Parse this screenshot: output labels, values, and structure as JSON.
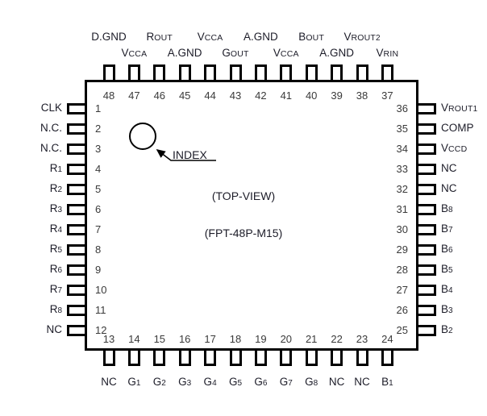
{
  "diagram": {
    "title_top_view": "(TOP-VIEW)",
    "package_code": "(FPT-48P-M15)",
    "index_label": "INDEX",
    "index_marker_name": "index-circle-marker",
    "line_color": "#000000",
    "text_color": "#1c1c28",
    "pin_number_color": "#3a3a3a",
    "background": "#ffffff"
  },
  "pins": {
    "left": [
      {
        "num": "1",
        "label": "CLK"
      },
      {
        "num": "2",
        "label": "N.C."
      },
      {
        "num": "3",
        "label": "N.C."
      },
      {
        "num": "4",
        "label": "R1"
      },
      {
        "num": "5",
        "label": "R2"
      },
      {
        "num": "6",
        "label": "R3"
      },
      {
        "num": "7",
        "label": "R4"
      },
      {
        "num": "8",
        "label": "R5"
      },
      {
        "num": "9",
        "label": "R6"
      },
      {
        "num": "10",
        "label": "R7"
      },
      {
        "num": "11",
        "label": "R8"
      },
      {
        "num": "12",
        "label": "NC"
      }
    ],
    "bottom": [
      {
        "num": "13",
        "label": "NC"
      },
      {
        "num": "14",
        "label": "G1"
      },
      {
        "num": "15",
        "label": "G2"
      },
      {
        "num": "16",
        "label": "G3"
      },
      {
        "num": "17",
        "label": "G4"
      },
      {
        "num": "18",
        "label": "G5"
      },
      {
        "num": "19",
        "label": "G6"
      },
      {
        "num": "20",
        "label": "G7"
      },
      {
        "num": "21",
        "label": "G8"
      },
      {
        "num": "22",
        "label": "NC"
      },
      {
        "num": "23",
        "label": "NC"
      },
      {
        "num": "24",
        "label": "B1"
      }
    ],
    "right": [
      {
        "num": "25",
        "label": "B2"
      },
      {
        "num": "26",
        "label": "B3"
      },
      {
        "num": "27",
        "label": "B4"
      },
      {
        "num": "28",
        "label": "B5"
      },
      {
        "num": "29",
        "label": "B6"
      },
      {
        "num": "30",
        "label": "B7"
      },
      {
        "num": "31",
        "label": "B8"
      },
      {
        "num": "32",
        "label": "NC"
      },
      {
        "num": "33",
        "label": "NC"
      },
      {
        "num": "34",
        "label": "VCCD"
      },
      {
        "num": "35",
        "label": "COMP"
      },
      {
        "num": "36",
        "label": "VROUT1"
      }
    ],
    "top": [
      {
        "num": "37",
        "label": "VRIN",
        "row": "lower"
      },
      {
        "num": "38",
        "label": "VROUT2",
        "row": "upper"
      },
      {
        "num": "39",
        "label": "A.GND",
        "row": "lower"
      },
      {
        "num": "40",
        "label": "BOUT",
        "row": "upper"
      },
      {
        "num": "41",
        "label": "VCCA",
        "row": "lower"
      },
      {
        "num": "42",
        "label": "A.GND",
        "row": "upper"
      },
      {
        "num": "43",
        "label": "GOUT",
        "row": "lower"
      },
      {
        "num": "44",
        "label": "VCCA",
        "row": "upper"
      },
      {
        "num": "45",
        "label": "A.GND",
        "row": "lower"
      },
      {
        "num": "46",
        "label": "ROUT",
        "row": "upper"
      },
      {
        "num": "47",
        "label": "VCCA",
        "row": "lower"
      },
      {
        "num": "48",
        "label": "D.GND",
        "row": "upper"
      }
    ]
  }
}
